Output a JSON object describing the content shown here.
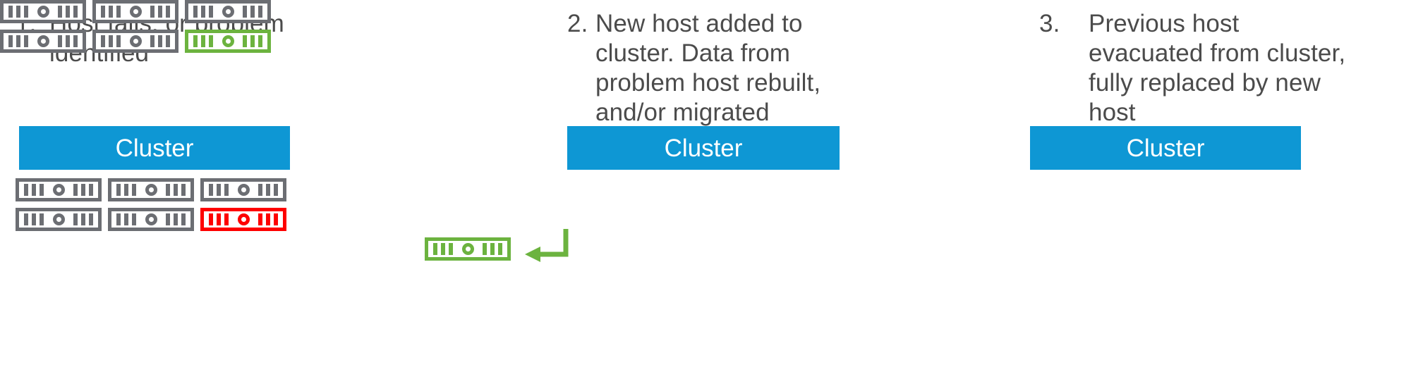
{
  "diagram": {
    "title_color": "#4b4b4b",
    "accent_colors": {
      "cluster_blue": "#0e97d4",
      "server_gray": "#6c6e73",
      "fault_red": "#fe0000",
      "new_green": "#6cb33f"
    }
  },
  "columns": [
    {
      "number": "1.",
      "caption": "Host fails, or problem identified",
      "cluster_label": "Cluster",
      "servers": [
        {
          "state": "normal"
        },
        {
          "state": "normal"
        },
        {
          "state": "normal"
        },
        {
          "state": "normal"
        },
        {
          "state": "normal"
        },
        {
          "state": "fault"
        }
      ],
      "extra_host": null,
      "arrow": null
    },
    {
      "number": "2.",
      "caption": "New host added to cluster. Data from problem host rebuilt, and/or migrated",
      "cluster_label": "Cluster",
      "servers": [
        {
          "state": "normal"
        },
        {
          "state": "normal"
        },
        {
          "state": "normal"
        },
        {
          "state": "normal"
        },
        {
          "state": "normal"
        },
        {
          "state": "fault"
        }
      ],
      "extra_host": {
        "state": "new"
      },
      "arrow": {
        "name": "migrate-arrow",
        "direction": "down-then-left",
        "color": "#6cb33f"
      }
    },
    {
      "number": "3.",
      "caption": "Previous host evacuated from cluster, fully replaced by new host",
      "cluster_label": "Cluster",
      "servers": [
        {
          "state": "normal"
        },
        {
          "state": "normal"
        },
        {
          "state": "normal"
        },
        {
          "state": "normal"
        },
        {
          "state": "normal"
        },
        {
          "state": "new"
        }
      ],
      "extra_host": null,
      "arrow": null
    }
  ]
}
